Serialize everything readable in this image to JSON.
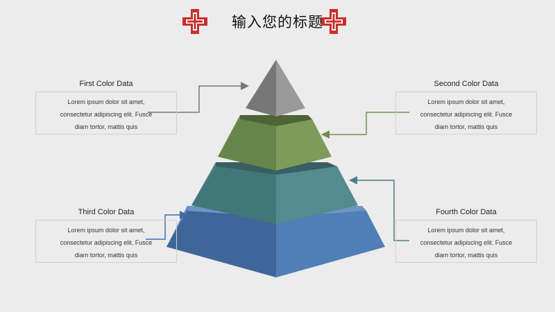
{
  "title": "输入您的标题",
  "colors": {
    "cross_red": "#c9302c",
    "gray": "#8a8a8a",
    "green": "#7a9a56",
    "teal": "#4e8a8c",
    "blue": "#4e7bb0",
    "connector_gray": "#777777",
    "connector_green": "#6f8e4a",
    "connector_teal": "#4a7f86",
    "connector_blue": "#3b6ea8"
  },
  "icons": [
    "medical-cross-icon",
    "medical-cross-icon"
  ],
  "boxes": {
    "first": {
      "heading": "First Color Data",
      "lines": [
        "Lorem ipsum dolor sit amet,",
        "consectetur adipiscing elit. Fusce",
        "diam tortor, mattis quis"
      ]
    },
    "second": {
      "heading": "Second Color Data",
      "lines": [
        "Lorem ipsum dolor sit amet,",
        "consectetur adipiscing elit. Fusce",
        "diam tortor, mattis quis"
      ]
    },
    "third": {
      "heading": "Third Color Data",
      "lines": [
        "Lorem ipsum dolor sit amet,",
        "consectetur adipiscing elit. Fusce",
        "diam tortor, mattis quis"
      ]
    },
    "fourth": {
      "heading": "Fourth Color Data",
      "lines": [
        "Lorem ipsum dolor sit amet,",
        "consectetur adipiscing elit. Fusce",
        "diam tortor, mattis quis"
      ]
    }
  }
}
